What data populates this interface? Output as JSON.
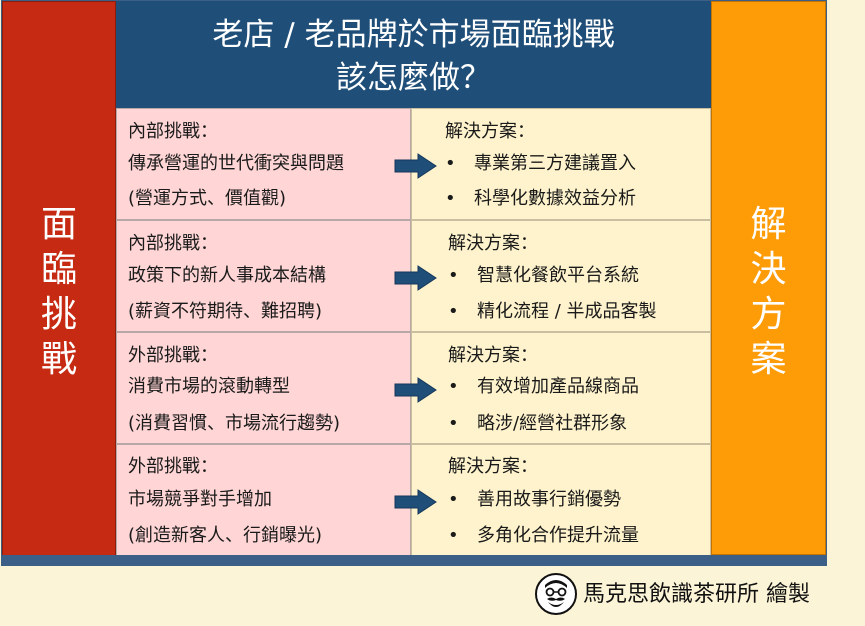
{
  "header": {
    "line1": "老店 / 老品牌於市場面臨挑戰",
    "line2": "該怎麼做？"
  },
  "left_label": [
    "面",
    "臨",
    "挑",
    "戰"
  ],
  "right_label": [
    "解",
    "決",
    "方",
    "案"
  ],
  "rows": [
    {
      "challenge_type": "內部挑戰：",
      "challenge": "傳承營運的世代衝突與問題",
      "detail": "(營運方式、價值觀)",
      "solution_title": "解決方案：",
      "solutions": [
        "專業第三方建議置入",
        "科學化數據效益分析"
      ]
    },
    {
      "challenge_type": "內部挑戰：",
      "challenge": "政策下的新人事成本結構",
      "detail": "(薪資不符期待、難招聘)",
      "solution_title": "解決方案：",
      "solutions": [
        "智慧化餐飲平台系統",
        "精化流程 / 半成品客製"
      ]
    },
    {
      "challenge_type": "外部挑戰：",
      "challenge": "消費市場的滾動轉型",
      "detail": "(消費習慣、市場流行趨勢)",
      "solution_title": "解決方案：",
      "solutions": [
        "有效增加產品線商品",
        "略涉/經營社群形象"
      ]
    },
    {
      "challenge_type": "外部挑戰：",
      "challenge": "市場競爭對手增加",
      "detail": "(創造新客人、行銷曝光)",
      "solution_title": "解決方案：",
      "solutions": [
        "善用故事行銷優勢",
        "多角化合作提升流量"
      ]
    }
  ],
  "footer": {
    "credit": "馬克思飲識茶研所 繪製",
    "logo_icon": "mustache-man-logo-icon"
  },
  "colors": {
    "left_column": "#c62a12",
    "right_column": "#fd9c07",
    "header": "#1f4e79",
    "challenge_cell": "#ffd5d5",
    "solution_cell": "#fef3cc",
    "arrow": "#1f4e79"
  }
}
